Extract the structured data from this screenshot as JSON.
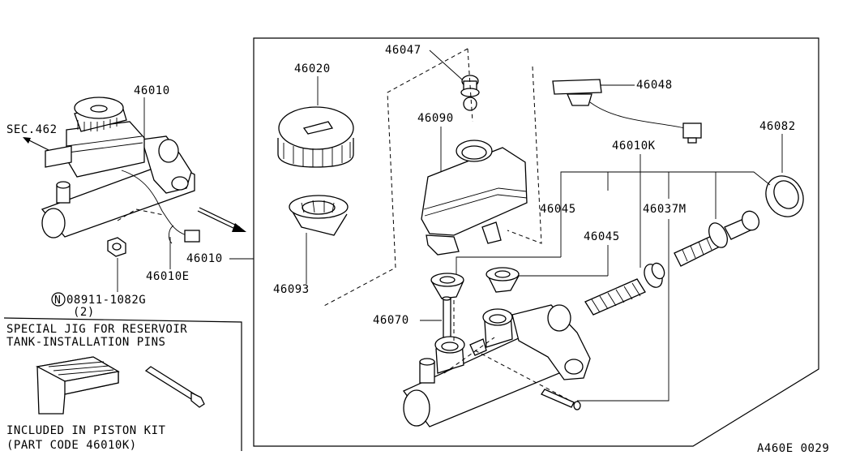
{
  "labels": {
    "p46010_top": "46010",
    "sec462": "SEC.462",
    "p46010e": "46010E",
    "p46010_left": "46010",
    "bolt_code": "08911-1082G",
    "bolt_qty": "(2)",
    "n_marker": "N",
    "p46020": "46020",
    "p46047": "46047",
    "p46090": "46090",
    "p46093": "46093",
    "p46070": "46070",
    "p46048": "46048",
    "p46010k": "46010K",
    "p46082": "46082",
    "p46045_a": "46045",
    "p46045_b": "46045",
    "p46037m": "46037M",
    "jig_line1": "SPECIAL JIG FOR RESERVOIR",
    "jig_line2": "TANK-INSTALLATION PINS",
    "kit_line1": "INCLUDED IN PISTON KIT",
    "kit_line2": "(PART CODE 46010K)",
    "diagram_code": "A460E 0029"
  }
}
